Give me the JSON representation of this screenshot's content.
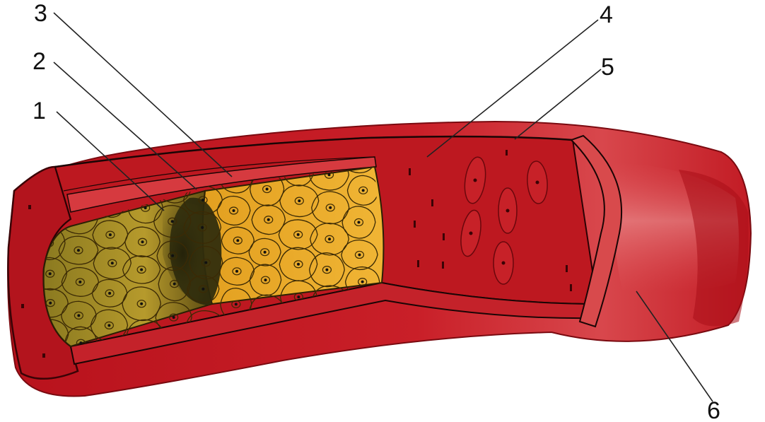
{
  "labels": {
    "l1": "1",
    "l2": "2",
    "l3": "3",
    "l4": "4",
    "l5": "5",
    "l6": "6"
  },
  "colors": {
    "adventitia": "#c8202a",
    "media": "#b5161f",
    "media_dark": "#8e0f16",
    "intima_band": "#d63a3f",
    "endothelium_light": "#e8a726",
    "endothelium_dark": "#a8902a",
    "lumen_shadow": "#2f2a10",
    "cell_outline": "#3b2a05",
    "outline": "#1a0505"
  }
}
